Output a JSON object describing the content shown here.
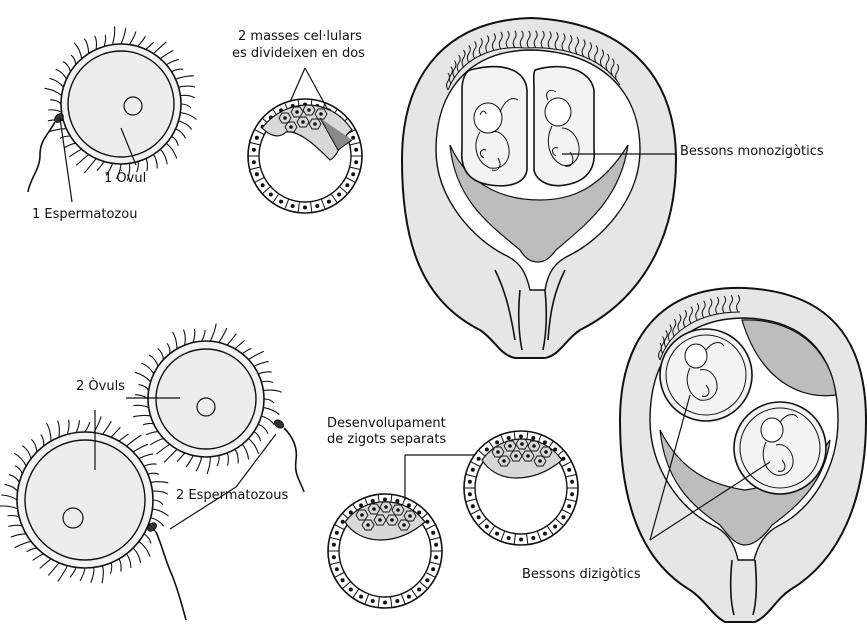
{
  "labels": {
    "ovul": "1 Òvul",
    "espermatozou": "1 Espermatozou",
    "masses_line1": "2 masses cel·lulars",
    "masses_line2": "es divideixen en dos",
    "monozigotics": "Bessons monozigòtics",
    "ovuls": "2 Òvuls",
    "espermatozous": "2 Espermatozous",
    "desenvolupament_line1": "Desenvolupament",
    "desenvolupament_line2": "de zigots separats",
    "dizigotics": "Bessons dizigòtics"
  },
  "colors": {
    "ink": "#111111",
    "egg_fill": "#efefef",
    "uterus_fill": "#e6e6e6",
    "cavity_fill": "#bdbdbd",
    "sac_fill": "#f3f3f3"
  }
}
